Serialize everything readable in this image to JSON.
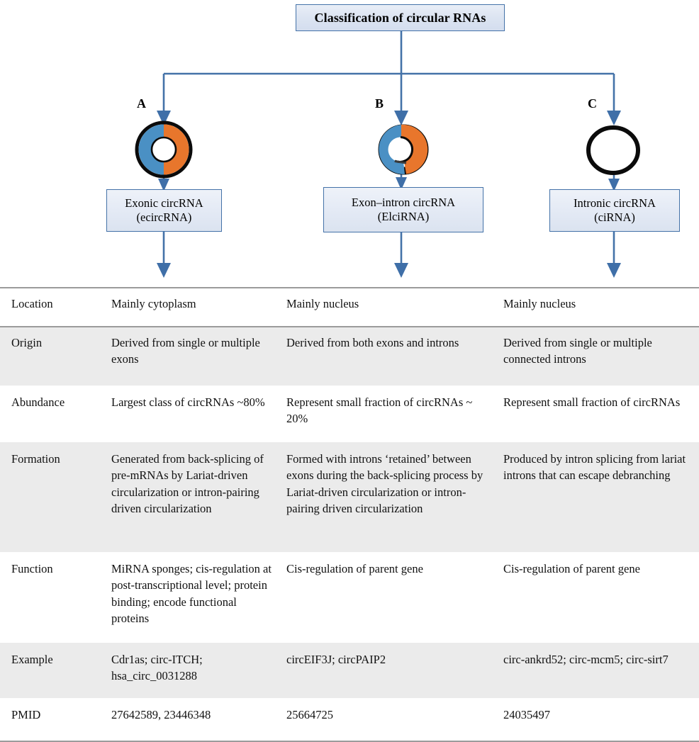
{
  "figure": {
    "title": "Classification of circular RNAs"
  },
  "branches": [
    {
      "letter": "A",
      "glyph": "split-donut-blue-orange-icon",
      "box_line1": "Exonic circRNA",
      "box_line2": "(ecircRNA)"
    },
    {
      "letter": "B",
      "glyph": "split-donut-with-inner-arc-icon",
      "box_line1": "Exon–intron circRNA",
      "box_line2": "(ElciRNA)"
    },
    {
      "letter": "C",
      "glyph": "black-ring-icon",
      "box_line1": "Intronic circRNA",
      "box_line2": "(ciRNA)"
    }
  ],
  "table": {
    "rows": [
      {
        "label": "Location",
        "shaded": false,
        "cells": [
          "Mainly cytoplasm",
          "Mainly nucleus",
          "Mainly nucleus"
        ]
      },
      {
        "label": "Origin",
        "shaded": true,
        "cells": [
          "Derived from single or multiple exons",
          "Derived from both exons and introns",
          "Derived from single or multiple connected introns"
        ]
      },
      {
        "label": "Abundance",
        "shaded": false,
        "cells": [
          "Largest class of circRNAs ~80%",
          "Represent small fraction of circRNAs ~ 20%",
          "Represent small fraction of circRNAs"
        ]
      },
      {
        "label": "Formation",
        "shaded": true,
        "cells": [
          "Generated from back-splicing of pre-mRNAs by Lariat-driven circularization or intron-pairing driven circularization",
          "Formed with introns ‘retained’ between exons during the back-splicing process by Lariat-driven circularization or intron-pairing driven circularization",
          "Produced by intron splicing from lariat introns that can escape debranching"
        ]
      },
      {
        "label": "Function",
        "shaded": false,
        "cells": [
          "MiRNA sponges; cis-regulation at post-transcriptional level; protein binding; encode functional proteins",
          "Cis-regulation of parent gene",
          "Cis-regulation of parent gene"
        ]
      },
      {
        "label": "Example",
        "shaded": true,
        "cells": [
          "Cdr1as; circ-ITCH; hsa_circ_0031288",
          "circEIF3J; circPAIP2",
          "circ-ankrd52; circ-mcm5; circ-sirt7"
        ]
      },
      {
        "label": "PMID",
        "shaded": false,
        "cells": [
          "27642589, 23446348",
          "25664725",
          "24035497"
        ]
      }
    ]
  },
  "colors": {
    "connector_blue": "#4472a8",
    "box_border_blue": "#4472a8",
    "exon_blue": "#4a90c4",
    "intron_orange": "#e8762c",
    "ring_black": "#000000",
    "row_shade": "#ebebeb",
    "rule_gray": "#9b9b9b"
  }
}
